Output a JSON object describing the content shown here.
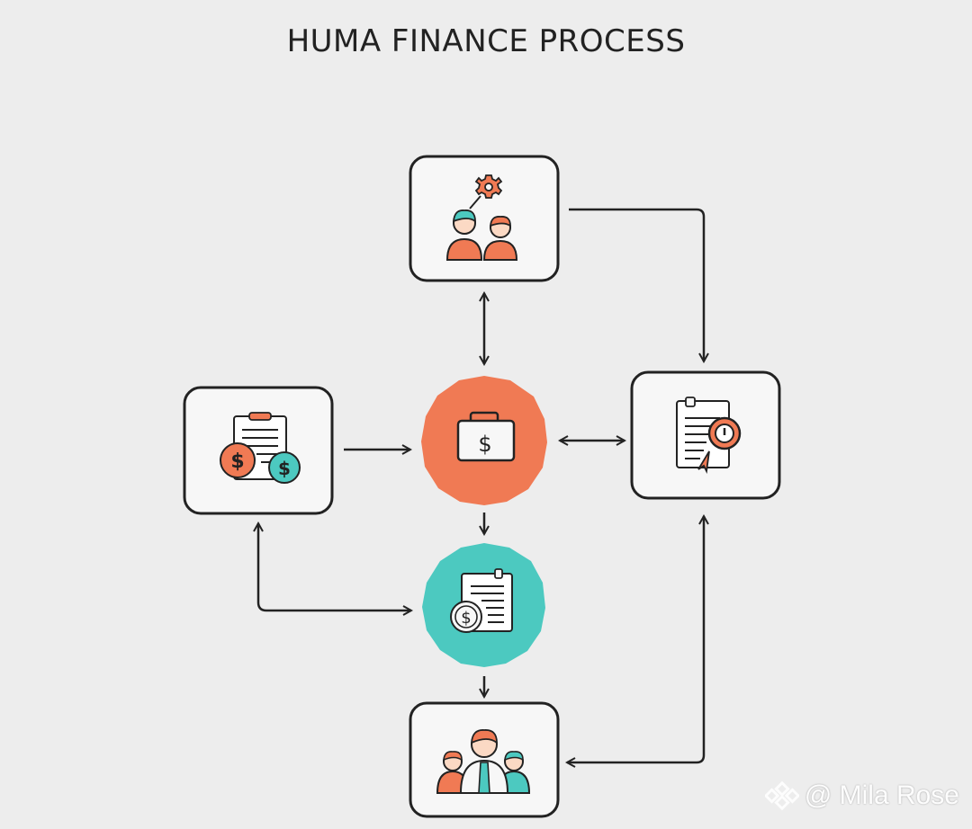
{
  "title": "HUMA FINANCE PROCESS",
  "colors": {
    "orange": "#f07a54",
    "teal": "#4cc9c0",
    "stroke": "#222222",
    "background": "#ededed"
  },
  "nodes": [
    {
      "id": "top",
      "icon": "team-gear-icon"
    },
    {
      "id": "left",
      "icon": "invoice-dollar-icon"
    },
    {
      "id": "center",
      "icon": "briefcase-dollar-icon"
    },
    {
      "id": "right",
      "icon": "document-approval-icon"
    },
    {
      "id": "mid",
      "icon": "invoice-dollar-icon"
    },
    {
      "id": "bottom",
      "icon": "group-people-icon"
    }
  ],
  "watermark": {
    "text": "@ Mila Rose",
    "icon": "binance-logo-icon"
  }
}
